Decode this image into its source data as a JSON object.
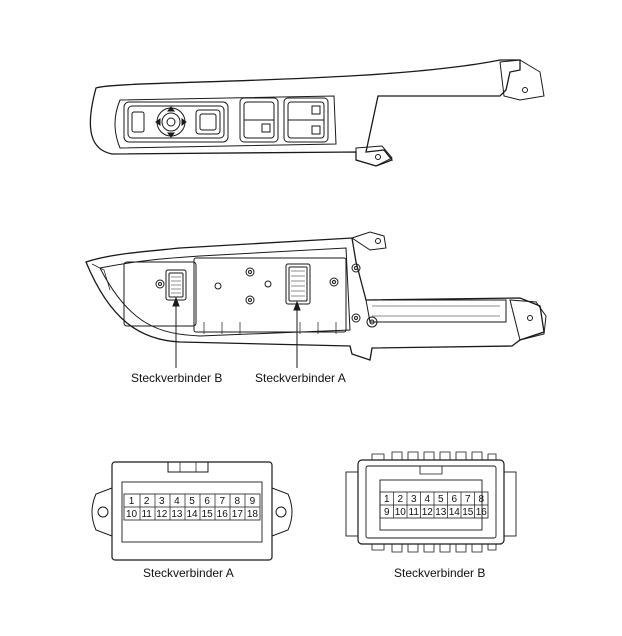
{
  "labels": {
    "connector_b_callout": "Steckverbinder B",
    "connector_a_callout": "Steckverbinder A",
    "connector_a_caption": "Steckverbinder A",
    "connector_b_caption": "Steckverbinder B"
  },
  "connector_a": {
    "row1": [
      "1",
      "2",
      "3",
      "4",
      "5",
      "6",
      "7",
      "8",
      "9"
    ],
    "row2": [
      "10",
      "11",
      "12",
      "13",
      "14",
      "15",
      "16",
      "17",
      "18"
    ]
  },
  "connector_b": {
    "row1": [
      "1",
      "2",
      "3",
      "4",
      "5",
      "6",
      "7",
      "8"
    ],
    "row2": [
      "9",
      "10",
      "11",
      "12",
      "13",
      "14",
      "15",
      "16"
    ]
  }
}
